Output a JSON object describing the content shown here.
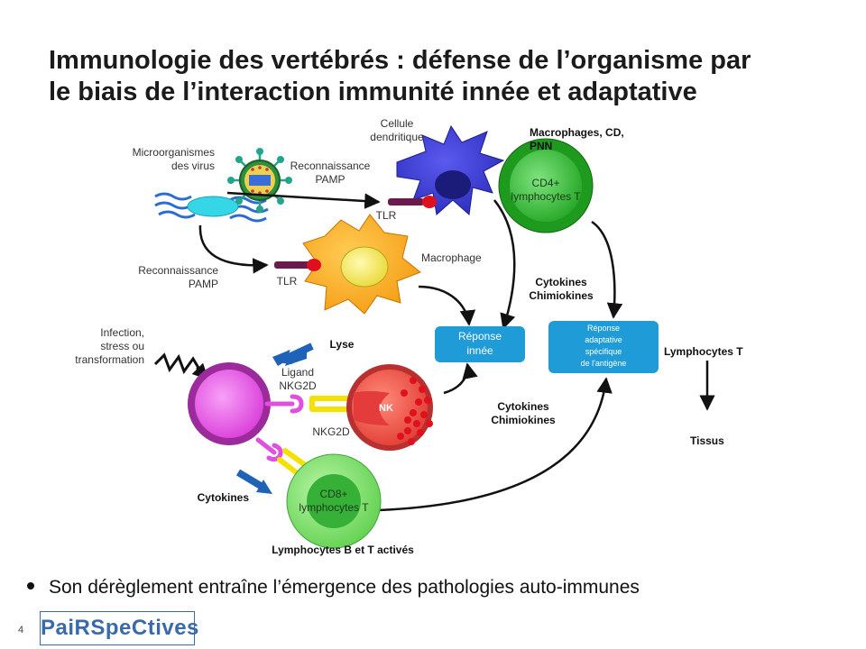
{
  "title": {
    "line1": "Immunologie des vertébrés : défense de l’organisme par",
    "line2": "le biais de l’interaction immunité innée et adaptative"
  },
  "labels": {
    "microorganismes": [
      "Microorganismes",
      "des virus"
    ],
    "reconnaissance_top": [
      "Reconnaissance",
      "PAMP"
    ],
    "cellule_dendritique": [
      "Cellule",
      "dendritique"
    ],
    "macrophages_cd_pnn": [
      "Macrophages, CD,",
      "PNN"
    ],
    "cd4": [
      "CD4+",
      "lymphocytes T"
    ],
    "tlr_top": "TLR",
    "tlr_bottom": "TLR",
    "reconnaissance_left": [
      "Reconnaissance",
      "PAMP"
    ],
    "macrophage": "Macrophage",
    "cytokines_chimiokines_top": [
      "Cytokines",
      "Chimiokines"
    ],
    "reponse_innee": [
      "Réponse",
      "innée"
    ],
    "reponse_adaptative": [
      "Réponse",
      "adaptative",
      "spécifique",
      "de l'antigène"
    ],
    "lymphocytes_t": "Lymphocytes T",
    "tissus": "Tissus",
    "infection": [
      "Infection,",
      "stress ou",
      "transformation"
    ],
    "lyse": "Lyse",
    "ligand": [
      "Ligand",
      "NKG2D"
    ],
    "nk": "NK",
    "nkg2d": "NKG2D",
    "cytokines_chimiokines_mid": [
      "Cytokines",
      "Chimiokines"
    ],
    "cytokines": "Cytokines",
    "cd8": [
      "CD8+",
      "lymphocytes T"
    ],
    "lymphocytes_bt": "Lymphocytes B et T activés"
  },
  "bullet": "Son dérèglement entraîne l’émergence des pathologies auto-immunes",
  "page_number": "4",
  "logo_text": "PaiRSpeCtives",
  "colors": {
    "cell_green": "#3fbf3f",
    "cell_green_dark": "#1f8f1f",
    "dendritic": "#3b3bd0",
    "macrophage": "#f7a81b",
    "nucleus_yellow": "#f3e64a",
    "nk_red": "#e8483f",
    "target_magenta": "#e050e0",
    "box_blue": "#1f9bd7",
    "tlr_purple": "#6a1b4d",
    "yellow_receptor": "#f3e200"
  }
}
